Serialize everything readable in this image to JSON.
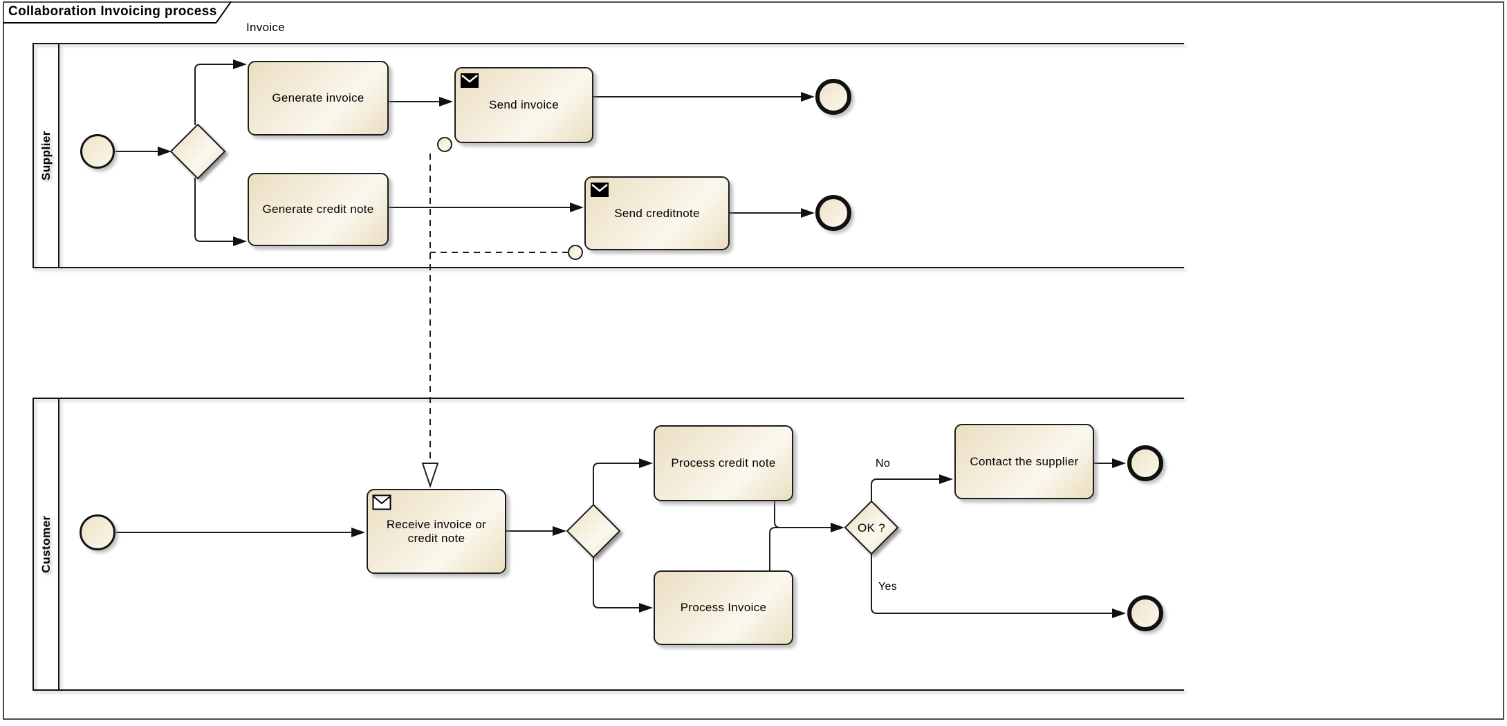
{
  "title": {
    "text": "Collaboration Invoicing process"
  },
  "annotations": {
    "invoice_label": "Invoice"
  },
  "pools": {
    "supplier": {
      "label": "Supplier"
    },
    "customer": {
      "label": "Customer"
    }
  },
  "tasks": {
    "generate_invoice": {
      "label": "Generate invoice"
    },
    "generate_credit_note": {
      "label": "Generate credit note"
    },
    "send_invoice": {
      "label": "Send invoice",
      "icon": "envelope-filled"
    },
    "send_creditnote": {
      "label": "Send creditnote",
      "icon": "envelope-filled"
    },
    "receive_invoice_or_credit_note": {
      "label": "Receive invoice or credit note",
      "icon": "envelope-outline"
    },
    "process_credit_note": {
      "label": "Process credit note"
    },
    "process_invoice": {
      "label": "Process Invoice"
    },
    "contact_the_supplier": {
      "label": "Contact the supplier"
    }
  },
  "gateways": {
    "ok_gateway": {
      "label": "OK ?"
    }
  },
  "flow_labels": {
    "no": "No",
    "yes": "Yes"
  },
  "colors": {
    "shape_fill_light": "#fbf8ee",
    "shape_fill_dark": "#ebdfc2",
    "stroke": "#1c1c1c",
    "background": "#ffffff"
  }
}
